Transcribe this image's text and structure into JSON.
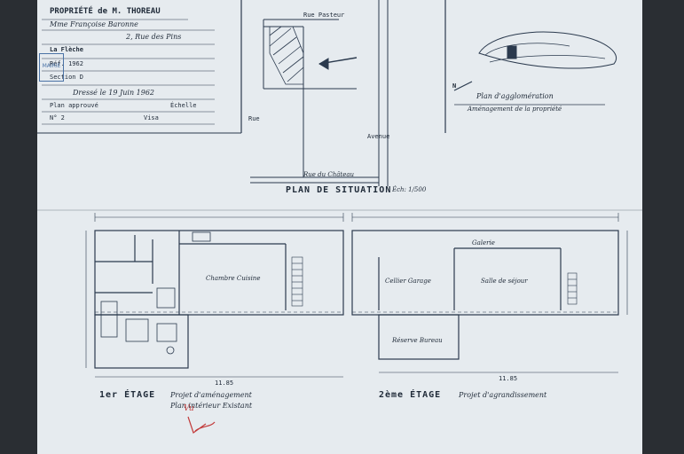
{
  "title_block": {
    "owner_line": "PROPRIÉTÉ de M. THOREAU",
    "owner_name": "Mme Françoise Baronne",
    "address": "2, Rue des Pins",
    "commune": "La Flèche",
    "line_reference": "Réf. 1962",
    "line_section": "Section D",
    "line_scale": "Échelle",
    "line_drawn": "Dressé le 19 Juin 1962",
    "line_note": "Plan approuvé",
    "line_visa": "Visa",
    "line_code": "N° 2",
    "stamp_text": "MAIRIE"
  },
  "situation_plan": {
    "street_top": "Rue Pasteur",
    "street_left": "Rue",
    "street_right": "Avenue",
    "street_bottom": "Rue du Château",
    "caption": "PLAN DE SITUATION",
    "scale": "Éch: 1/500"
  },
  "location_map": {
    "north_label": "N",
    "caption": "Plan d'agglomération",
    "sub_caption": "Aménagement de la propriété"
  },
  "plan_left": {
    "room_main": "Chambre Cuisine",
    "caption": "1er ÉTAGE",
    "subtitle": "Projet d'aménagement",
    "subtitle_2": "Plan intérieur Existant",
    "dimension_bottom": "11.85"
  },
  "plan_right": {
    "room_left": "Cellier Garage",
    "room_center": "Salle de séjour",
    "room_top": "Galerie",
    "room_bottom": "Réserve Bureau",
    "caption": "2ème ÉTAGE",
    "subtitle": "Projet d'agrandissement",
    "dimension_bottom": "11.85"
  },
  "handwritten_mark": "Vu"
}
